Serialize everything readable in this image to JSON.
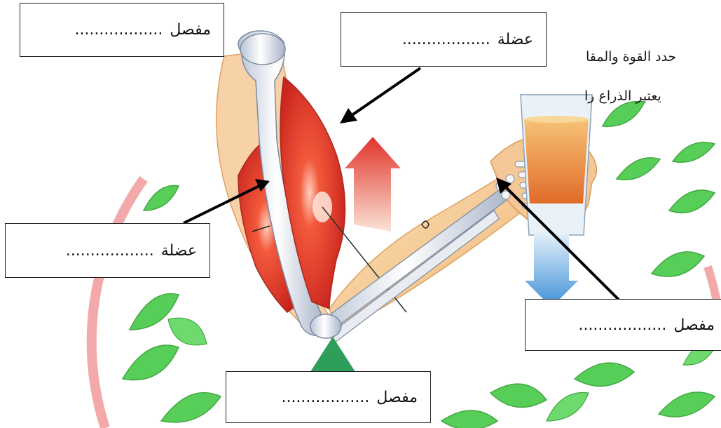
{
  "labels": {
    "top_left": {
      "term": "مفصل",
      "blank": "..................",
      "target": "shoulder joint"
    },
    "top_center": {
      "term": "عضلة",
      "blank": "..................",
      "target": "biceps muscle"
    },
    "mid_left": {
      "term": "عضلة",
      "blank": "..................",
      "target": "triceps muscle"
    },
    "right": {
      "term": "مفصل",
      "blank": "..................",
      "target": "wrist joint"
    },
    "bottom": {
      "term": "مفصل",
      "blank": "..................",
      "target": "elbow joint"
    }
  },
  "background_text": {
    "line1": "حدد القوة والمقا",
    "line2": "يعتبر الذراع را"
  },
  "colors": {
    "muscle": "#e8322a",
    "bone": "#eef0f4",
    "force_up": "#e04a3a",
    "force_down": "#5aa8e0",
    "fulcrum": "#2e9e5a",
    "leaf": "#3dc23d",
    "ring": "#f4a9a9"
  }
}
